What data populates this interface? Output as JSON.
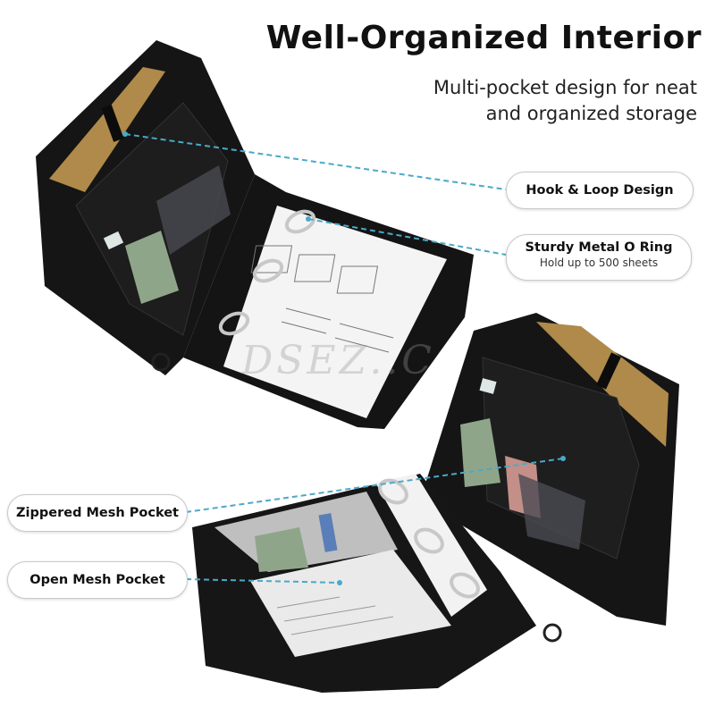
{
  "header": {
    "title": "Well-Organized Interior",
    "subtitle_line1": "Multi-pocket design for neat",
    "subtitle_line2": "and organized storage"
  },
  "callouts": {
    "hook_loop": "Hook & Loop Design",
    "metal_ring": "Sturdy Metal O Ring",
    "metal_ring_sub": "Hold up to 500 sheets",
    "zippered_mesh": "Zippered Mesh Pocket",
    "open_mesh": "Open Mesh Pocket"
  },
  "watermark": "DSEZ..C",
  "colors": {
    "binder": "#111111",
    "leader_line": "#4aa9c9",
    "paper": "#f4f4f4",
    "tablet": "#b08a4a"
  }
}
